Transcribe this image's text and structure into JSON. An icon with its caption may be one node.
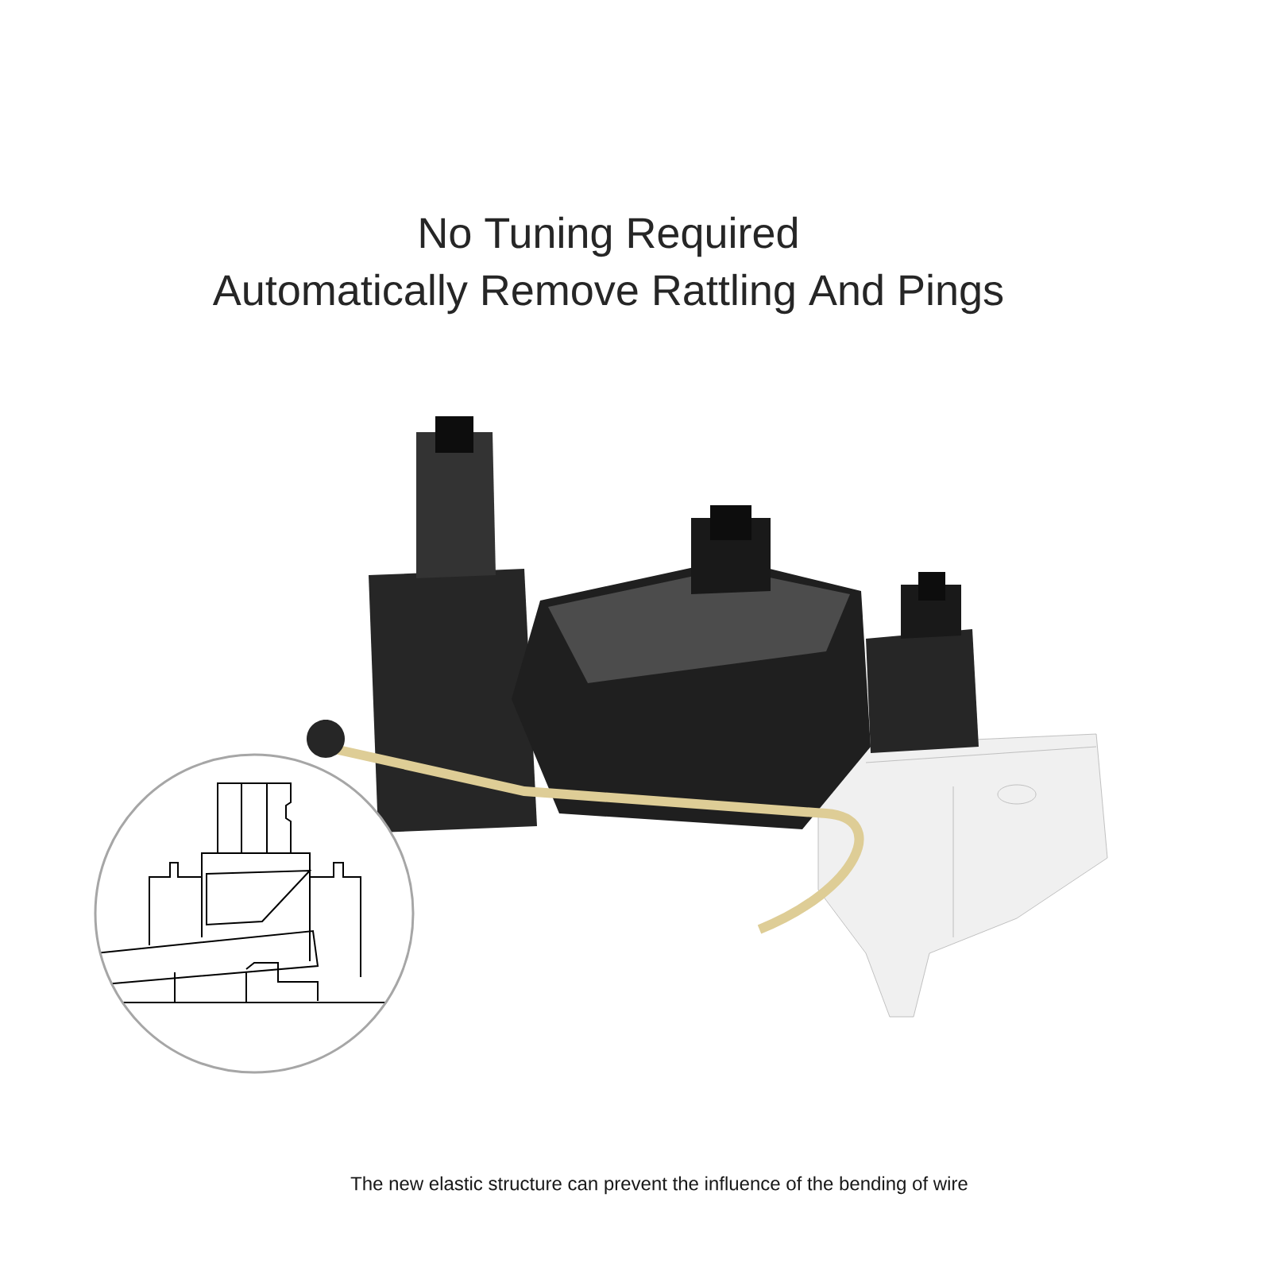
{
  "diagram": {
    "title": "No Tuning Required",
    "labels": [
      "Automatically Remove Rattling And Pings"
    ],
    "caption": "The new elastic structure can prevent the influence of the bending of wire"
  }
}
